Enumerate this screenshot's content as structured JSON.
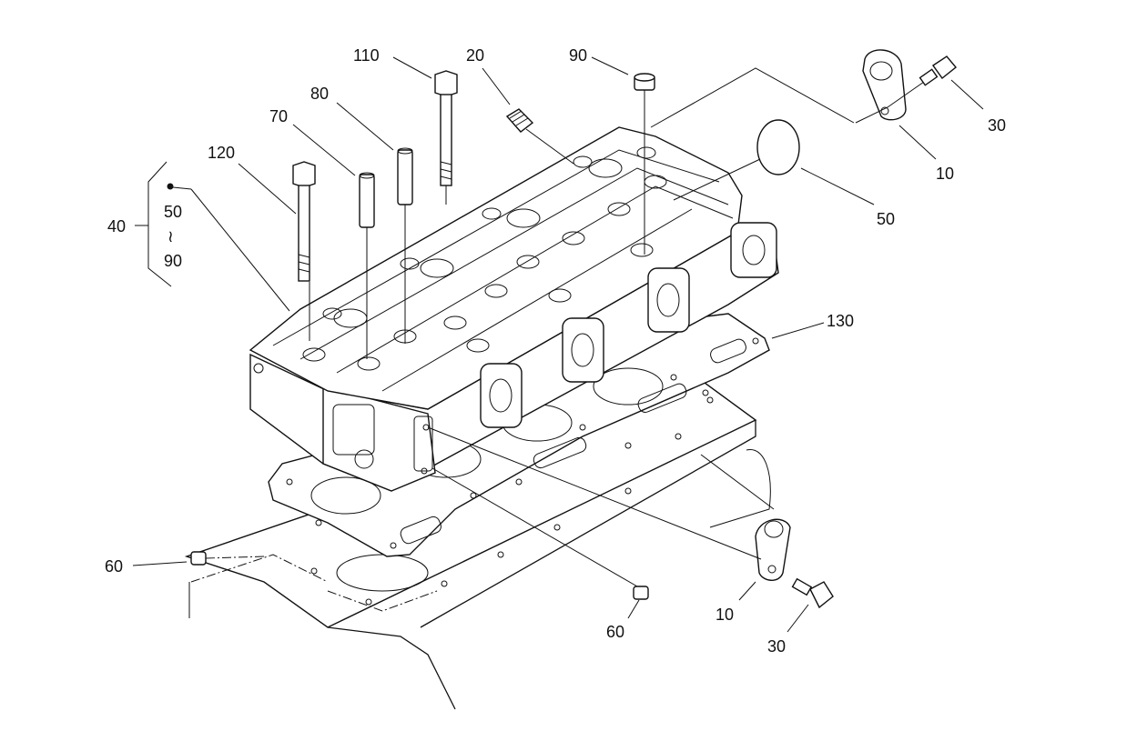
{
  "diagram": {
    "callouts": [
      {
        "id": "c110",
        "text": "110"
      },
      {
        "id": "c20",
        "text": "20"
      },
      {
        "id": "c90top",
        "text": "90"
      },
      {
        "id": "c80",
        "text": "80"
      },
      {
        "id": "c70",
        "text": "70"
      },
      {
        "id": "c120",
        "text": "120"
      },
      {
        "id": "c40",
        "text": "40"
      },
      {
        "id": "c50range",
        "text": "50"
      },
      {
        "id": "ctilde",
        "text": "≀"
      },
      {
        "id": "c90range",
        "text": "90"
      },
      {
        "id": "c30top",
        "text": "30"
      },
      {
        "id": "c10top",
        "text": "10"
      },
      {
        "id": "c50",
        "text": "50"
      },
      {
        "id": "c130",
        "text": "130"
      },
      {
        "id": "c60left",
        "text": "60"
      },
      {
        "id": "c60mid",
        "text": "60"
      },
      {
        "id": "c10bot",
        "text": "10"
      },
      {
        "id": "c30bot",
        "text": "30"
      }
    ]
  }
}
